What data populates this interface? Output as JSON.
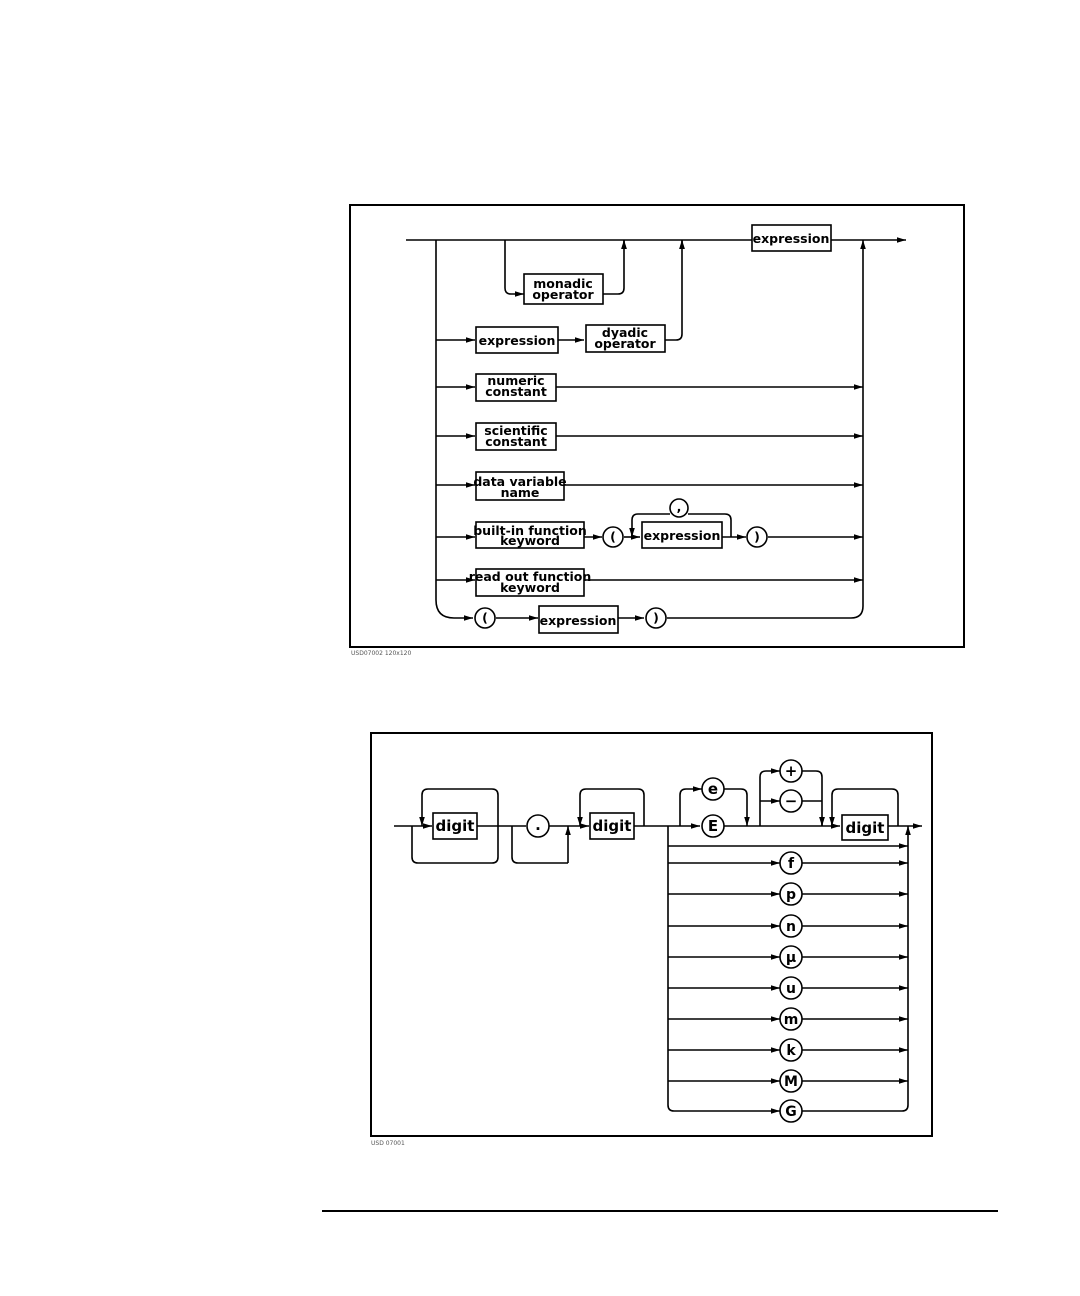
{
  "diagram1": {
    "labels": {
      "expression_top": "expression",
      "monadic_1": "monadic",
      "monadic_2": "operator",
      "expression_row2": "expression",
      "dyadic_1": "dyadic",
      "dyadic_2": "operator",
      "numeric_1": "numeric",
      "numeric_2": "constant",
      "scientific_1": "scientific",
      "scientific_2": "constant",
      "datavar_1": "data variable",
      "datavar_2": "name",
      "builtin_1": "built-in function",
      "builtin_2": "keyword",
      "open_paren": "(",
      "comma": ",",
      "expression_builtin": "expression",
      "close_paren": ")",
      "readout_1": "read out function",
      "readout_2": "keyword",
      "open_paren_last": "(",
      "expression_last": "expression",
      "close_paren_last": ")"
    },
    "figure_id": "USD07002 120x120"
  },
  "diagram2": {
    "labels": {
      "digit_1": "digit",
      "decimal_point": ".",
      "digit_2": "digit",
      "e_lower": "e",
      "e_upper": "E",
      "plus": "+",
      "minus": "−",
      "digit_3": "digit",
      "suffixes": [
        "f",
        "p",
        "n",
        "μ",
        "u",
        "m",
        "k",
        "M",
        "G"
      ]
    },
    "figure_id": "USD 07001"
  }
}
